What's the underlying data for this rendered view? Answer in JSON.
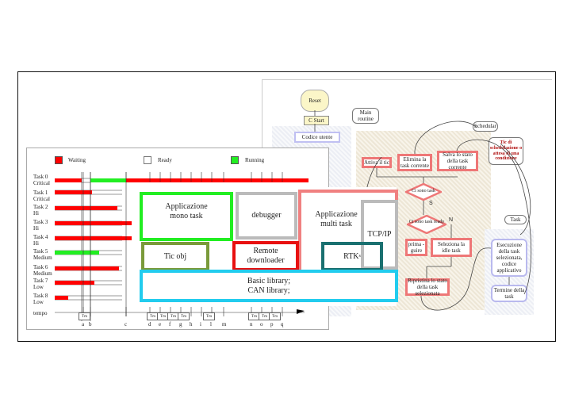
{
  "colors": {
    "waiting": "#ff0000",
    "ready": "#ffffff",
    "running": "#22ee22",
    "app_mono": "#22ee22",
    "debugger": "#bbbbbb",
    "app_multi": "#f08080",
    "tcpip": "#bbbbbb",
    "tic": "#7a9a3a",
    "remote": "#e81010",
    "rtk": "#1a7070",
    "basic": "#22ccee"
  },
  "flowchart": {
    "reset": "Reset",
    "c_start": "C Start",
    "codice_utente": "Codice utente",
    "main_routine": "Main routine",
    "scheduler": "Schedular",
    "tic_note": "Tic di schedulazione o attesa di una condizione",
    "attiva_tic": "Attiva il tic",
    "elimina": "Elimina la task corrente",
    "salva": "Salva lo stato della task corrente",
    "ci_sono_task": "Ci sono task",
    "s_label": "S",
    "ci_sono_ready": "Ci sono task ready",
    "n_label": "N",
    "prima": "prima -guire",
    "seleziona_idle": "Seleziona la idle task",
    "ripristina": "Ripristina lo stato della task selezionata",
    "task_callout": "Task",
    "esecuzione": "Esecuzione della task selezionata, codice applicativo",
    "termine": "Termine della task"
  },
  "gantt": {
    "legend": [
      {
        "label": "Waiting",
        "state": "waiting"
      },
      {
        "label": "Ready",
        "state": "ready"
      },
      {
        "label": "Running",
        "state": "running"
      }
    ],
    "tasks": [
      {
        "name": "Task 0",
        "priority": "Critical"
      },
      {
        "name": "Task 1",
        "priority": "Critical"
      },
      {
        "name": "Task 2",
        "priority": "Hi"
      },
      {
        "name": "Task 3",
        "priority": "Hi"
      },
      {
        "name": "Task 4",
        "priority": "Hi"
      },
      {
        "name": "Task 5",
        "priority": "Medium"
      },
      {
        "name": "Task 6",
        "priority": "Medium"
      },
      {
        "name": "Task 7",
        "priority": "Low"
      },
      {
        "name": "Task 8",
        "priority": "Low"
      }
    ],
    "time_label": "tempo",
    "tm_label": "Tm",
    "ticks": [
      "a",
      "b",
      "c",
      "d",
      "e",
      "f",
      "g",
      "h",
      "i",
      "l",
      "m",
      "n",
      "o",
      "p",
      "q"
    ]
  },
  "architecture": {
    "app_mono": "Applicazione mono task",
    "debugger": "debugger",
    "app_multi": "Applicazione multi task",
    "tcpip": "TCP/IP",
    "tic_obj": "Tic obj",
    "remote": "Remote downloader",
    "rtk": "RTK",
    "rtk_sub": "s",
    "basic_lib": "Basic library;",
    "can_lib": "CAN library;"
  }
}
